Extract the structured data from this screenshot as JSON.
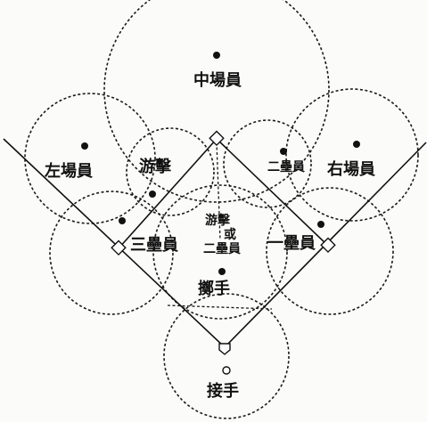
{
  "positions": {
    "center_field": "中場員",
    "left_field": "左場員",
    "right_field": "右場員",
    "shortstop": "游擊",
    "second_base": "二壘員",
    "third_base": "三壘員",
    "first_base": "一壘員",
    "pitcher": "擲手",
    "catcher": "接手",
    "middle_note_top": "游擊",
    "middle_note_or": "或",
    "middle_note_bottom": "二壘員"
  },
  "colors": {
    "ink": "#111111",
    "paper": "#fbfbf9"
  }
}
